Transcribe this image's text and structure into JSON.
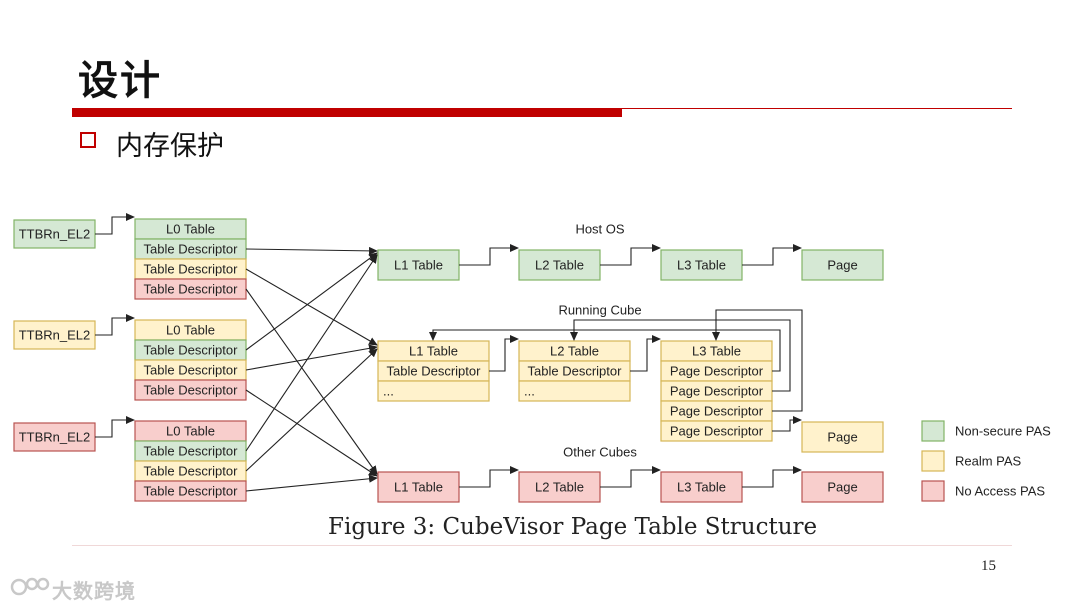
{
  "slide": {
    "title": "设计",
    "bullet": "内存保护",
    "caption": "Figure 3: CubeVisor Page Table Structure",
    "page_number": "15",
    "watermark": "大数跨境"
  },
  "diagram": {
    "ttbr_label": "TTBRn_EL2",
    "l0_table": "L0 Table",
    "table_descriptor": "Table Descriptor",
    "page_descriptor": "Page Descriptor",
    "l1_table": "L1 Table",
    "l2_table": "L2 Table",
    "l3_table": "L3 Table",
    "page": "Page",
    "ellipsis": "...",
    "host_os": "Host OS",
    "running_cube": "Running Cube",
    "other_cubes": "Other Cubes"
  },
  "legend": [
    {
      "label": "Non-secure PAS",
      "color": "#d5e8d4"
    },
    {
      "label": "Realm PAS",
      "color": "#fff2cc"
    },
    {
      "label": "No Access PAS",
      "color": "#f8cecc"
    }
  ]
}
